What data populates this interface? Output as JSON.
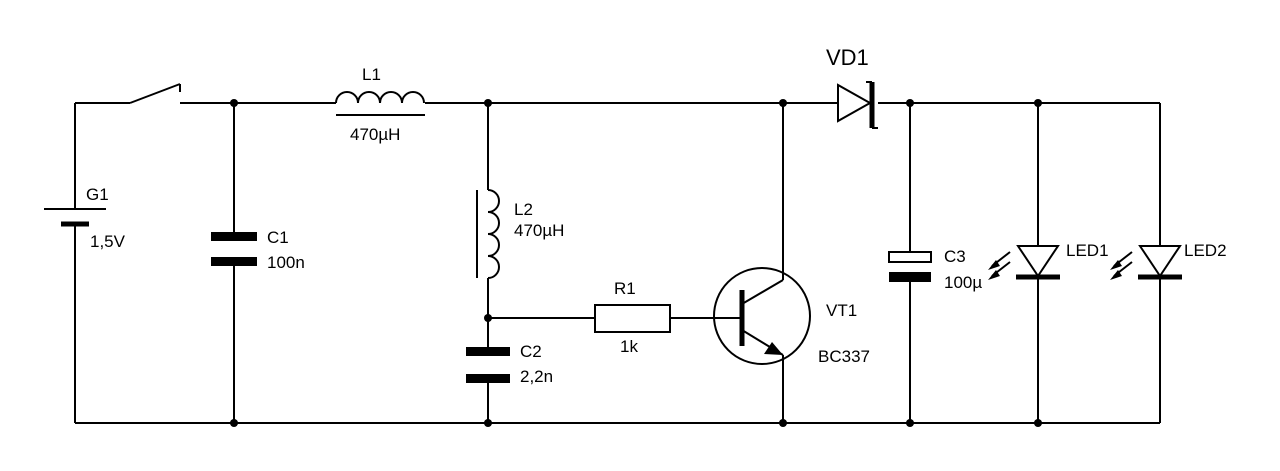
{
  "components": {
    "g1": {
      "ref": "G1",
      "value": "1,5V"
    },
    "c1": {
      "ref": "C1",
      "value": "100n"
    },
    "l1": {
      "ref": "L1",
      "value": "470µH"
    },
    "l2": {
      "ref": "L2",
      "value": "470µH"
    },
    "c2": {
      "ref": "C2",
      "value": "2,2n"
    },
    "r1": {
      "ref": "R1",
      "value": "1k"
    },
    "vt1": {
      "ref": "VT1",
      "value": "BC337"
    },
    "vd1": {
      "ref": "VD1"
    },
    "c3": {
      "ref": "C3",
      "value": "100µ"
    },
    "led1": {
      "ref": "LED1"
    },
    "led2": {
      "ref": "LED2"
    }
  },
  "colors": {
    "ink": "#000000",
    "background": "#ffffff"
  }
}
